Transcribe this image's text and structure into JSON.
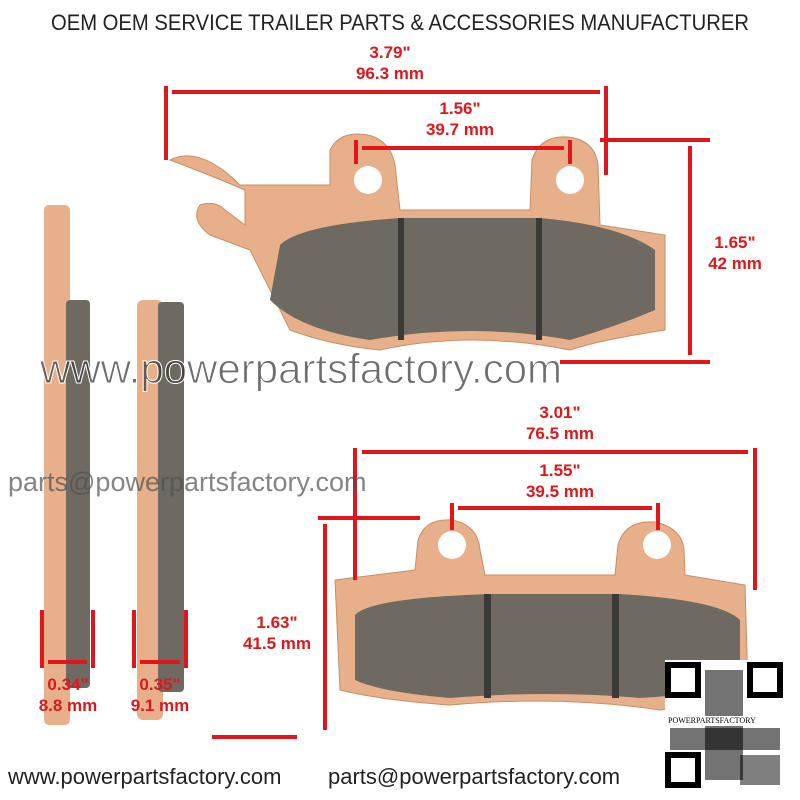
{
  "header": {
    "title": "OEM OEM SERVICE TRAILER PARTS & ACCESSORIES MANUFACTURER"
  },
  "dimensions": {
    "top_overall": {
      "in": "3.79\"",
      "mm": "96.3 mm"
    },
    "top_holes": {
      "in": "1.56\"",
      "mm": "39.7 mm"
    },
    "top_height": {
      "in": "1.65\"",
      "mm": "42 mm"
    },
    "bottom_overall": {
      "in": "3.01\"",
      "mm": "76.5 mm"
    },
    "bottom_holes": {
      "in": "1.55\"",
      "mm": "39.5 mm"
    },
    "bottom_height": {
      "in": "1.63\"",
      "mm": "41.5 mm"
    },
    "thickness_left": {
      "in": "0.34\"",
      "mm": "8.8 mm"
    },
    "thickness_right": {
      "in": "0.35\"",
      "mm": "9.1 mm"
    }
  },
  "watermark": {
    "site": "www.powerpartsfactory.com",
    "email": "parts@powerpartsfactory.com"
  },
  "footer": {
    "site": "www.powerpartsfactory.com",
    "email": "parts@powerpartsfactory.com"
  },
  "qr": {
    "label": "POWERPARTSFACTORY"
  },
  "colors": {
    "accent": "#e0161b",
    "backing": "#e7b08a",
    "pad": "#6e6a62"
  }
}
